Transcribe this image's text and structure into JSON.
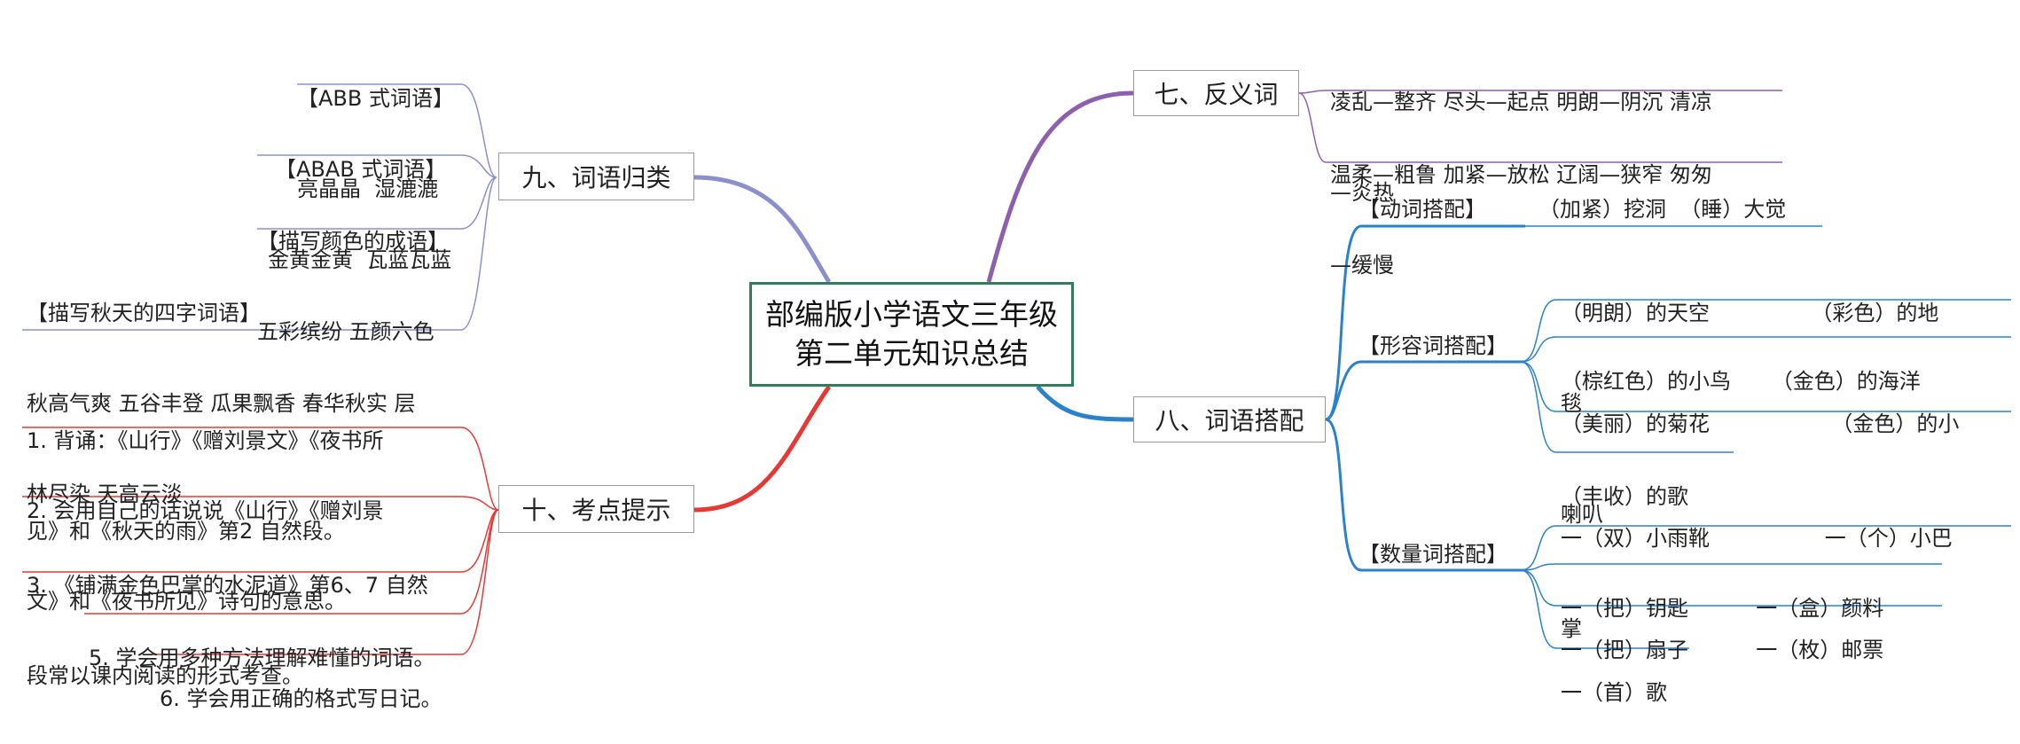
{
  "center": {
    "line1": "部编版小学语文三年级",
    "line2": "第二单元知识总结"
  },
  "colors": {
    "purple": "#8e5fad",
    "blue": "#2b82c9",
    "red": "#e53935",
    "lavender": "#8b90cc"
  },
  "branches": {
    "b7": {
      "label": "七、反义词",
      "items": [
        {
          "l1": "凌乱—整齐 尽头—起点 明朗—阴沉 清凉",
          "l2": "—炎热"
        },
        {
          "l1": "温柔—粗鲁 加紧—放松 辽阔—狭窄 匆匆",
          "l2": "—缓慢"
        }
      ]
    },
    "b8": {
      "label": "八、词语搭配",
      "verb": {
        "label": "【动词搭配】",
        "items": [
          {
            "l1": "（加紧）挖洞  （睡）大觉"
          }
        ]
      },
      "adj": {
        "label": "【形容词搭配】",
        "items": [
          {
            "l1": "（明朗）的天空               （彩色）的地",
            "l2": "毯"
          },
          {
            "l1": "（棕红色）的小鸟      （金色）的海洋"
          },
          {
            "l1": "（美丽）的菊花                  （金色）的小",
            "l2": "喇叭"
          },
          {
            "l1": "（丰收）的歌"
          }
        ]
      },
      "num": {
        "label": "【数量词搭配】",
        "items": [
          {
            "l1": "一（双）小雨靴                 一（个）小巴",
            "l2": "掌"
          },
          {
            "l1": "一（把）钥匙          一（盒）颜料"
          },
          {
            "l1": "一（把）扇子          一（枚）邮票"
          },
          {
            "l1": "一（首）歌"
          }
        ]
      }
    },
    "b9": {
      "label": "九、词语归类",
      "items": [
        {
          "l1": "【ABB 式词语】",
          "l2": "亮晶晶  湿漉漉"
        },
        {
          "l1": "【ABAB 式词语】",
          "l2": "金黄金黄  瓦蓝瓦蓝"
        },
        {
          "l1": "【描写颜色的成语】",
          "l2": "五彩缤纷 五颜六色"
        },
        {
          "l1": "【描写秋天的四字词语】",
          "l2": "秋高气爽 五谷丰登 瓜果飘香 春华秋实 层",
          "l3": "林尽染 天高云淡"
        }
      ]
    },
    "b10": {
      "label": "十、考点提示",
      "items": [
        {
          "l1": "1. 背诵：《山行》《赠刘景文》《夜书所",
          "l2": "见》和《秋天的雨》第2 自然段。"
        },
        {
          "l1": "2. 会用自己的话说说《山行》《赠刘景",
          "l2": "文》和《夜书所见》诗句的意思。"
        },
        {
          "l1": "3. 《铺满金色巴掌的水泥道》第6、7 自然",
          "l2": "段常以课内阅读的形式考查。"
        },
        {
          "l1": "5. 学会用多种方法理解难懂的词语。"
        },
        {
          "l1": "6. 学会用正确的格式写日记。"
        }
      ]
    }
  }
}
